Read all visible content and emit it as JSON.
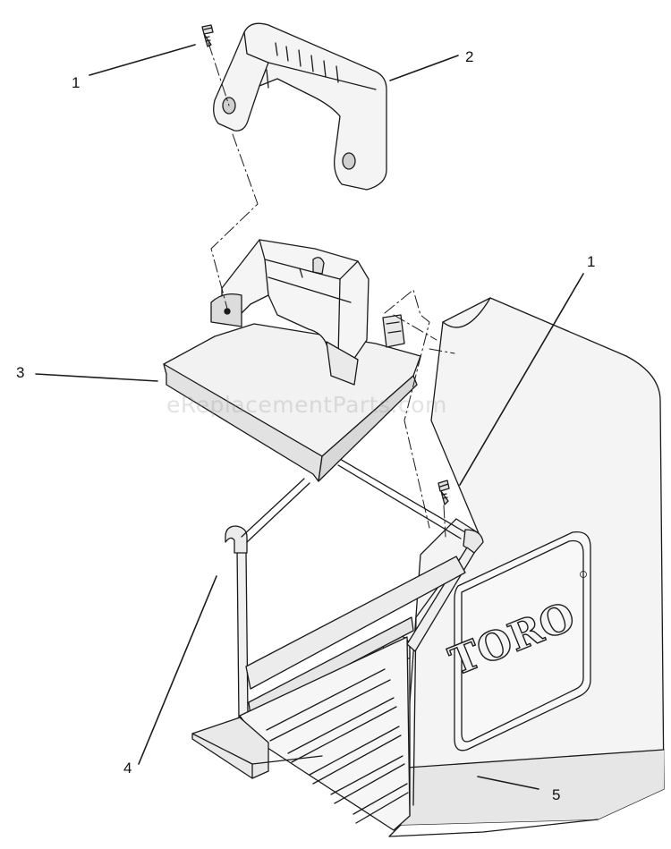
{
  "callouts": {
    "c1_top": "1",
    "c2": "2",
    "c3": "3",
    "c1_right": "1",
    "c4": "4",
    "c5": "5"
  },
  "watermark": "eReplacementParts.com",
  "brand_logo": "TORO",
  "colors": {
    "line": "#1a1a1a",
    "fill": "#f3f3f3",
    "shade": "#e4e4e4",
    "dark_shade": "#d2d2d2"
  }
}
